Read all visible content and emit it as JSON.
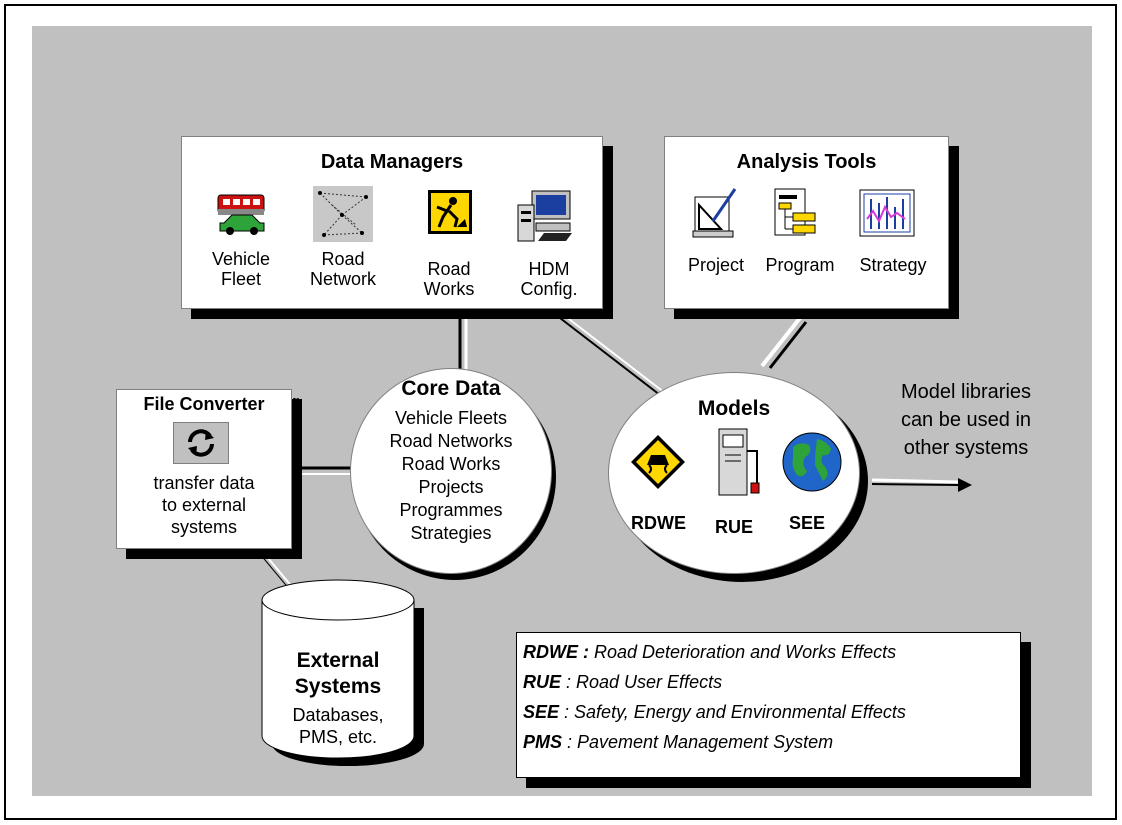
{
  "data_managers": {
    "title": "Data Managers",
    "items": [
      {
        "line1": "Vehicle",
        "line2": "Fleet",
        "icon": "bus-car-icon"
      },
      {
        "line1": "Road",
        "line2": "Network",
        "icon": "network-icon"
      },
      {
        "line1": "Road",
        "line2": "Works",
        "icon": "roadworks-icon"
      },
      {
        "line1": "HDM",
        "line2": "Config.",
        "icon": "computer-config-icon"
      }
    ]
  },
  "analysis_tools": {
    "title": "Analysis Tools",
    "items": [
      {
        "label": "Project",
        "icon": "project-drafting-icon"
      },
      {
        "label": "Program",
        "icon": "program-chart-icon"
      },
      {
        "label": "Strategy",
        "icon": "strategy-graph-icon"
      }
    ]
  },
  "file_converter": {
    "title": "File Converter",
    "cut_char": "r",
    "desc": [
      "transfer data",
      "to external",
      "systems"
    ],
    "icon": "sync-arrows-icon"
  },
  "core_data": {
    "title": "Core Data",
    "items": [
      "Vehicle Fleets",
      "Road Networks",
      "Road Works",
      "Projects",
      "Programmes",
      "Strategies"
    ]
  },
  "models": {
    "title": "Models",
    "items": [
      {
        "label": "RDWE",
        "icon": "skid-sign-icon"
      },
      {
        "label": "RUE",
        "icon": "fuel-pump-icon"
      },
      {
        "label": "SEE",
        "icon": "globe-icon"
      }
    ]
  },
  "model_libraries_note": [
    "Model libraries",
    "can be used in",
    "other systems"
  ],
  "external_systems": {
    "title": [
      "External",
      "Systems"
    ],
    "desc": [
      "Databases,",
      "PMS, etc."
    ]
  },
  "legend": [
    {
      "abbr": "RDWE :",
      "text": " Road Deterioration and Works  Effects"
    },
    {
      "abbr": "RUE",
      "text": " : Road User Effects"
    },
    {
      "abbr": "SEE",
      "text": " : Safety, Energy and Environmental Effects"
    },
    {
      "abbr": "PMS",
      "text": " : Pavement Management   System"
    }
  ],
  "colors": {
    "panel": "#c0c0c0",
    "shadow": "#000000",
    "globe": "#1f66c8",
    "sign": "#ffd700"
  }
}
